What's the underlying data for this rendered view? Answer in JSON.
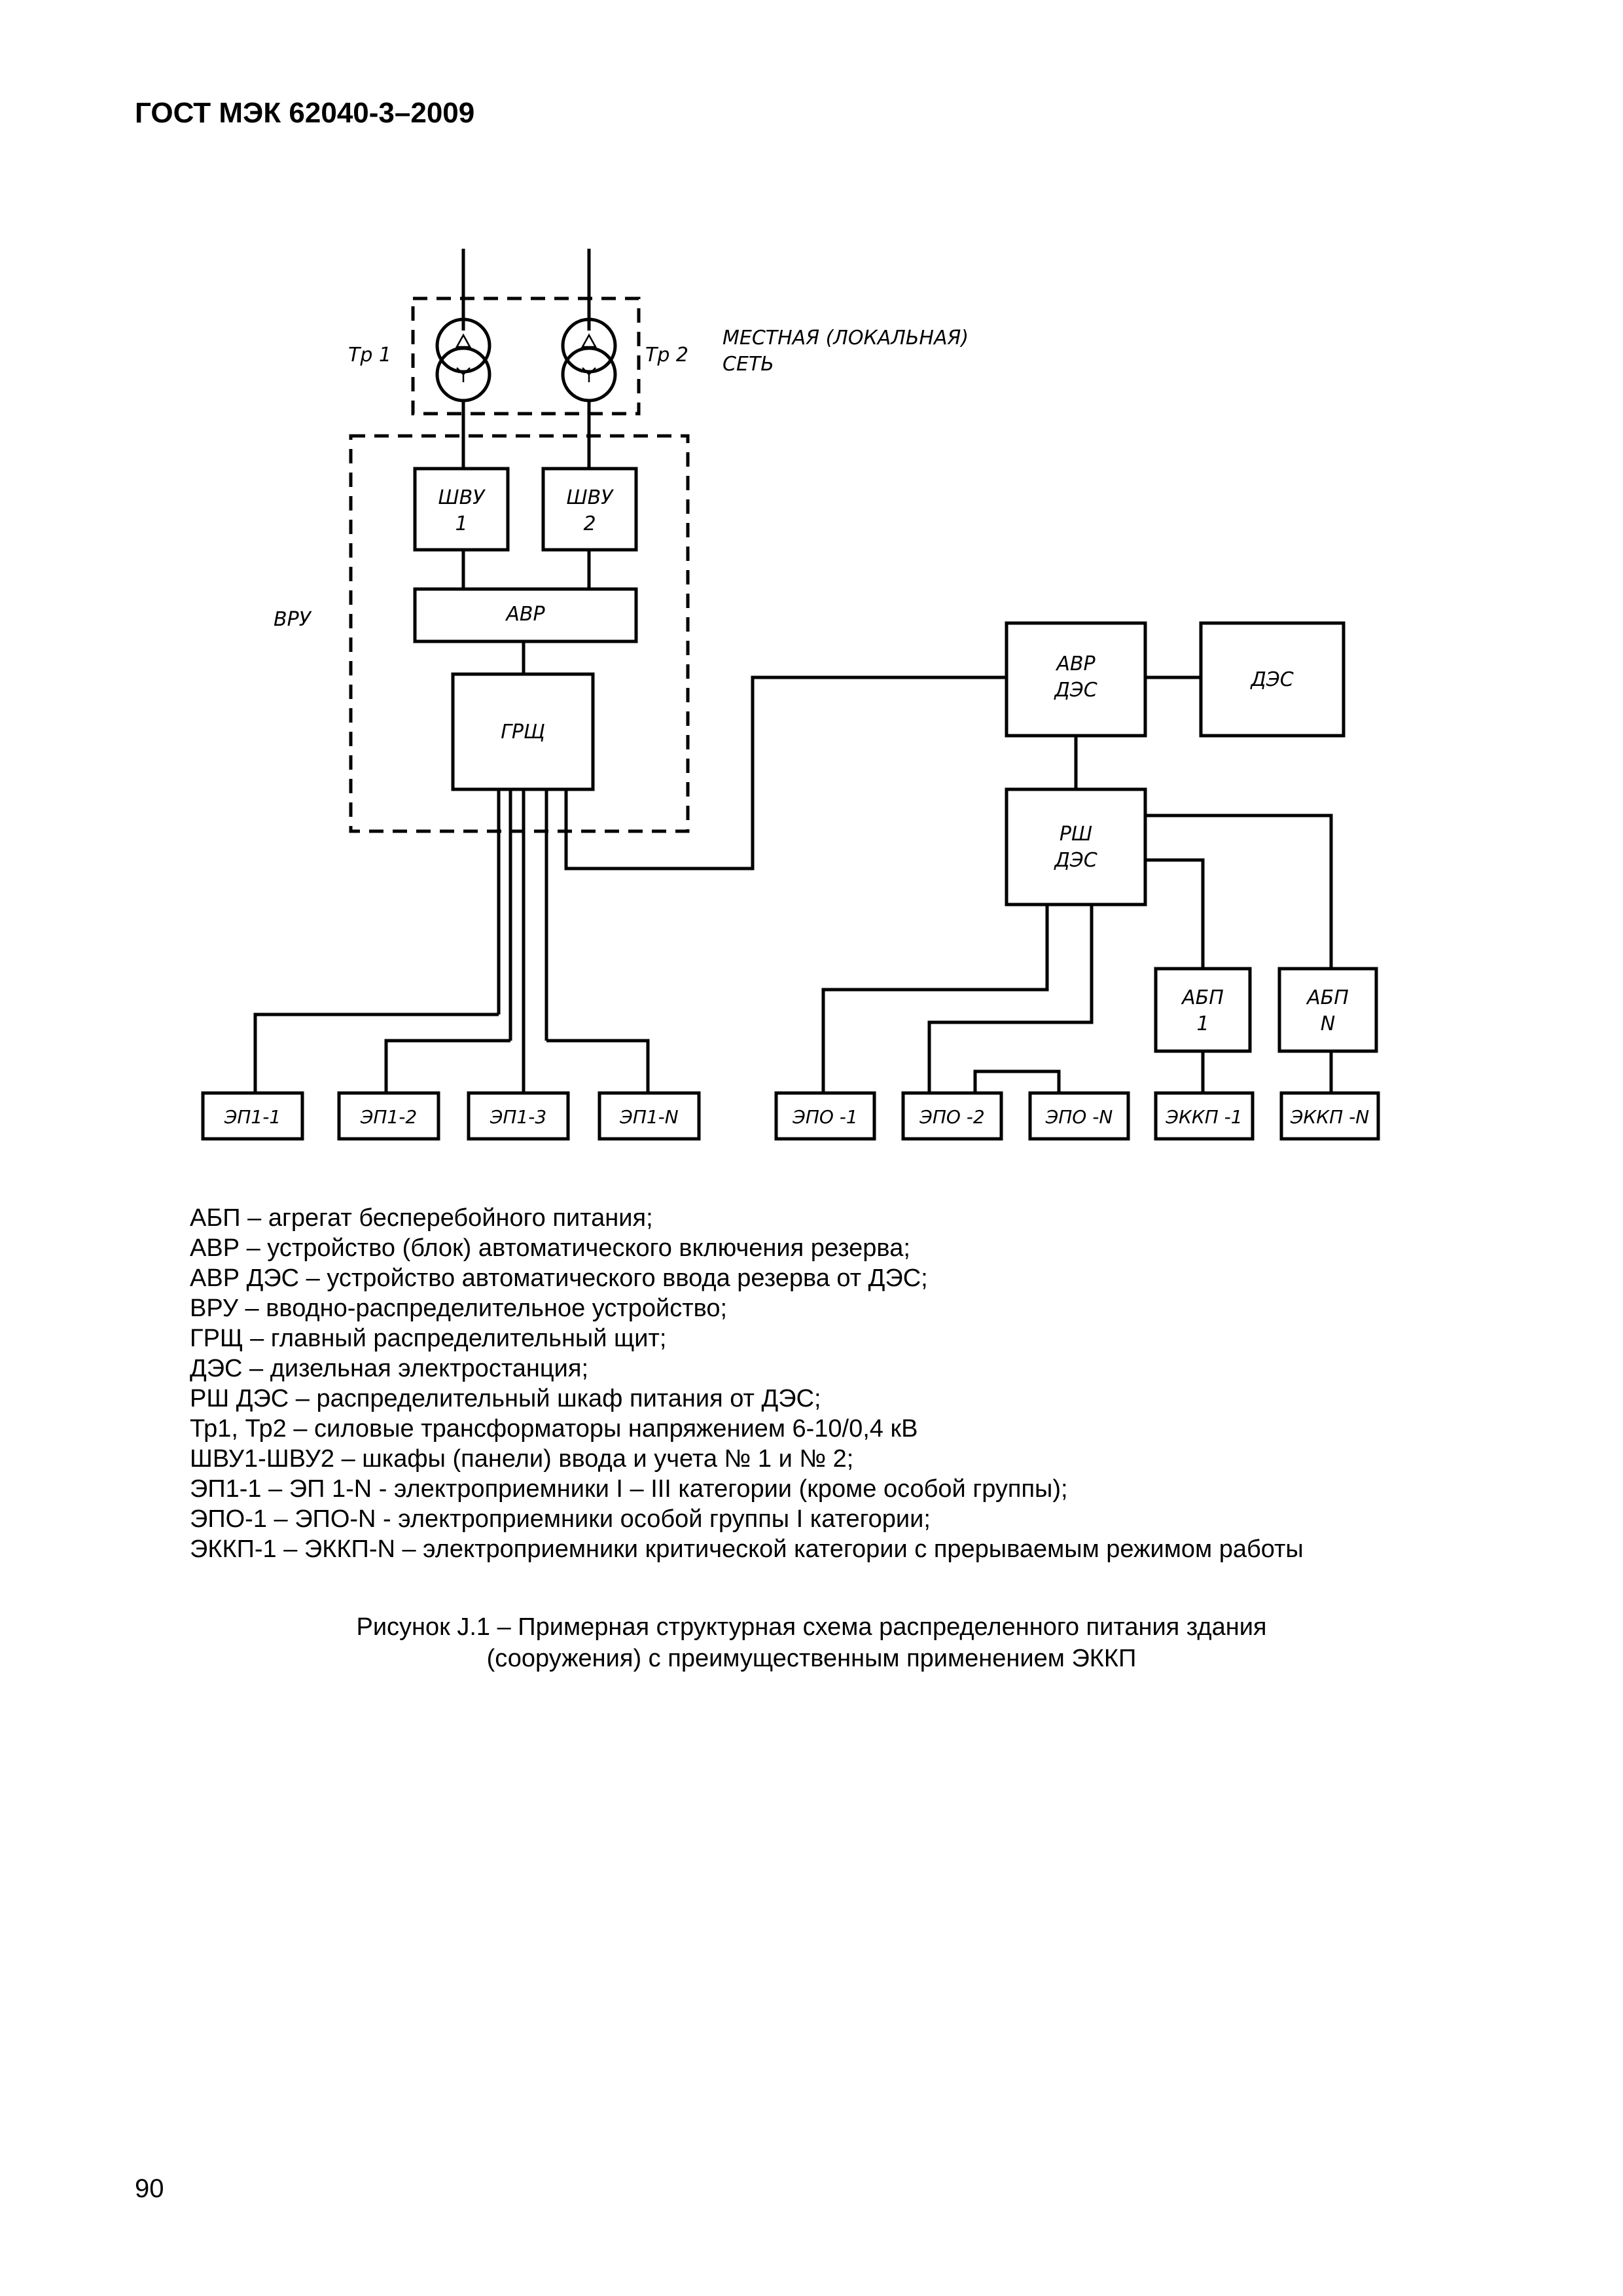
{
  "header": {
    "standard": "ГОСТ МЭК 62040-3–2009"
  },
  "diagram": {
    "labels": {
      "tr1": "Тр 1",
      "tr2": "Тр 2",
      "network_line1": "МЕСТНАЯ (ЛОКАЛЬНАЯ)",
      "network_line2": "СЕТЬ",
      "vru": "ВРУ",
      "shvu1_a": "ШВУ",
      "shvu1_b": "1",
      "shvu2_a": "ШВУ",
      "shvu2_b": "2",
      "avr": "АВР",
      "grsch": "ГРЩ",
      "avr_des_a": "АВР",
      "avr_des_b": "ДЭС",
      "des": "ДЭС",
      "rsh_des_a": "РШ",
      "rsh_des_b": "ДЭС",
      "abp1_a": "АБП",
      "abp1_b": "1",
      "abpN_a": "АБП",
      "abpN_b": "N",
      "ep1_1": "ЭП1-1",
      "ep1_2": "ЭП1-2",
      "ep1_3": "ЭП1-3",
      "ep1_N": "ЭП1-N",
      "epo_1": "ЭПО -1",
      "epo_2": "ЭПО -2",
      "epo_N": "ЭПО -N",
      "ekkp_1": "ЭККП -1",
      "ekkp_N": "ЭККП -N"
    }
  },
  "legend": [
    "АБП – агрегат бесперебойного питания;",
    "АВР – устройство (блок) автоматического включения резерва;",
    "АВР ДЭС – устройство автоматического ввода резерва от ДЭС;",
    "ВРУ – вводно-распределительное устройство;",
    "ГРЩ – главный распределительный щит;",
    "ДЭС – дизельная электростанция;",
    "РШ ДЭС – распределительный шкаф питания от ДЭС;",
    "Тр1, Тр2 – силовые трансформаторы напряжением 6-10/0,4 кВ",
    "ШВУ1-ШВУ2 – шкафы (панели) ввода и учета № 1 и № 2;",
    "ЭП1-1 – ЭП 1-N  - электроприемники I – III категории (кроме особой группы);",
    "ЭПО-1 – ЭПО-N - электроприемники особой группы I категории;",
    "ЭККП-1 – ЭККП-N – электроприемники критической категории с прерываемым режимом работы"
  ],
  "caption": {
    "line1": "Рисунок J.1 – Примерная структурная схема распределенного питания здания",
    "line2": "(сооружения) с преимущественным применением ЭККП"
  },
  "page_number": "90"
}
